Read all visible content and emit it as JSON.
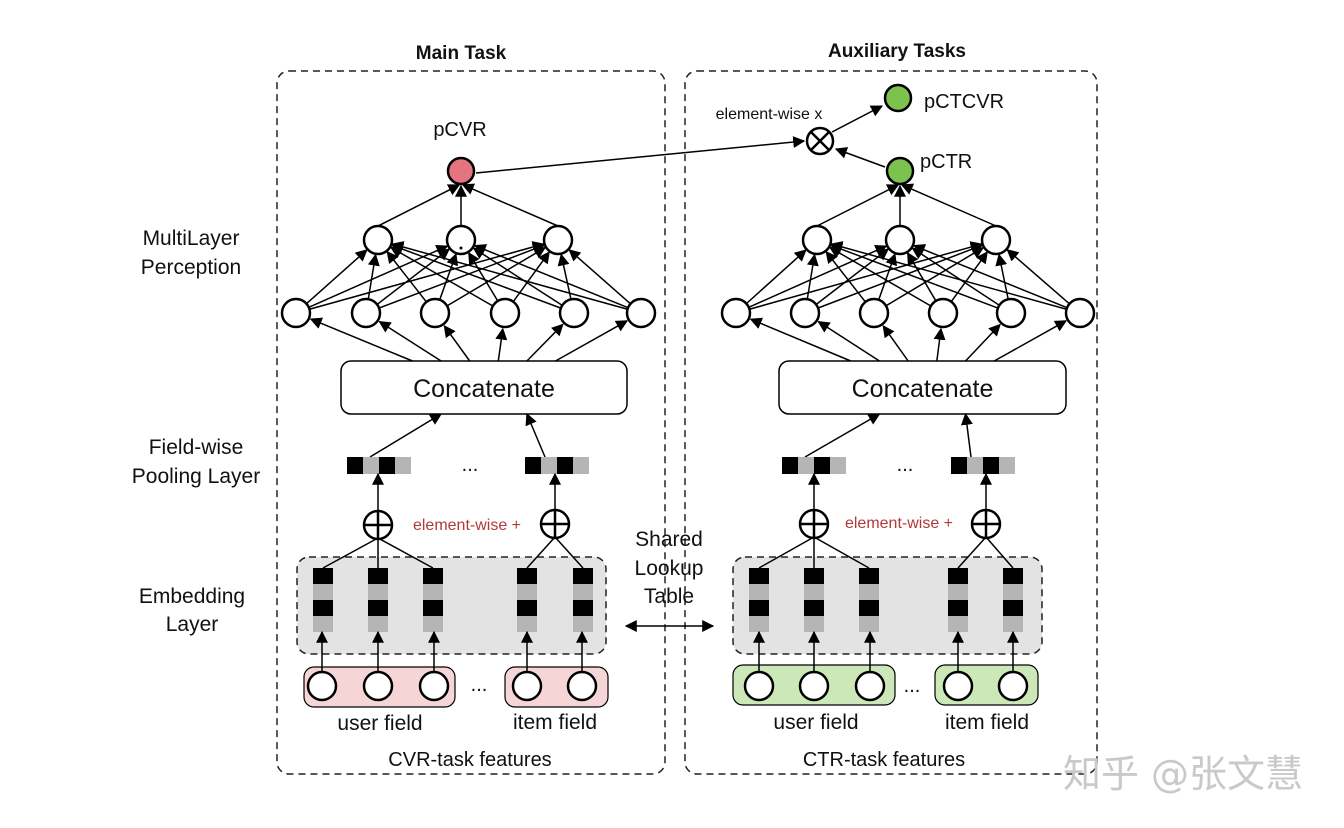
{
  "title_main": "Main Task",
  "title_aux": "Auxiliary Tasks",
  "colors": {
    "main_title": "#b03a3a",
    "aux_title": "#4a8a2e",
    "annotation": "#b03a3a",
    "pcvr_node": "#e57480",
    "green_node": "#7cc24f",
    "user_field_pink": "#f6d5d7",
    "user_field_green": "#cce7b8",
    "embed_bg": "#e3e3e3",
    "block_dark": "#000000",
    "block_light": "#b5b5b5"
  },
  "layer_labels": {
    "mlp_line1": "MultiLayer",
    "mlp_line2": "Perception",
    "pool_line1": "Field-wise",
    "pool_line2": "Pooling Layer",
    "embed_line1": "Embedding",
    "embed_line2": "Layer"
  },
  "main": {
    "output_label": "pCVR",
    "concat_label": "Concatenate",
    "ellipsis": "...",
    "annotation_plus": "element-wise +",
    "user_field": "user field",
    "item_field": "item field",
    "features_label": "CVR-task features"
  },
  "aux": {
    "product_annotation": "element-wise x",
    "output_ctcvr": "pCTCVR",
    "output_ctr": "pCTR",
    "concat_label": "Concatenate",
    "ellipsis": "...",
    "annotation_plus": "element-wise +",
    "user_field": "user field",
    "item_field": "item field",
    "features_label": "CTR-task features"
  },
  "shared": {
    "line1": "Shared",
    "line2": "Lookup",
    "line3": "Table"
  },
  "watermark": "知乎 @张文慧"
}
